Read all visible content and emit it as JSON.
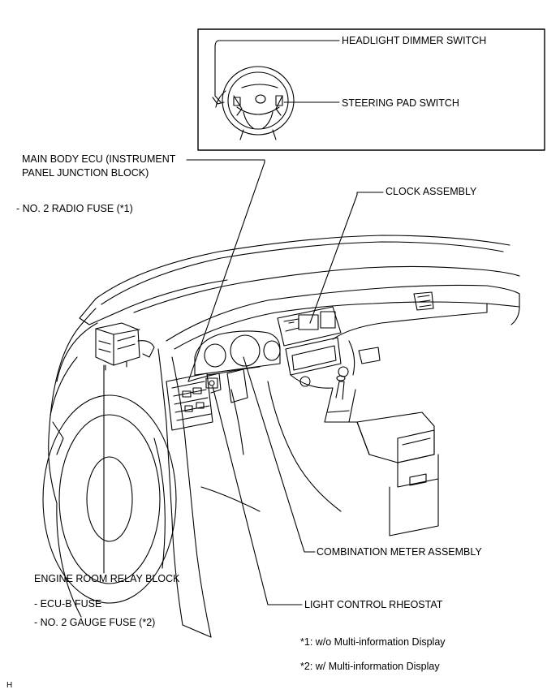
{
  "inset": {
    "headlight_dimmer_switch": "HEADLIGHT DIMMER SWITCH",
    "steering_pad_switch": "STEERING PAD SWITCH"
  },
  "labels": {
    "main_body_ecu_line1": "MAIN BODY ECU (INSTRUMENT",
    "main_body_ecu_line2": "PANEL JUNCTION BLOCK)",
    "no2_radio_fuse": "- NO. 2 RADIO FUSE (*1)",
    "clock_assembly": "CLOCK ASSEMBLY",
    "combination_meter_assembly": "COMBINATION METER ASSEMBLY",
    "engine_room_relay_block": "ENGINE ROOM RELAY BLOCK",
    "ecu_b_fuse": "- ECU-B FUSE",
    "no2_gauge_fuse": "- NO. 2 GAUGE FUSE (*2)",
    "light_control_rheostat": "LIGHT CONTROL RHEOSTAT"
  },
  "notes": {
    "note1": "*1: w/o Multi-information Display",
    "note2": "*2: w/ Multi-information Display"
  },
  "corner_mark": "H"
}
